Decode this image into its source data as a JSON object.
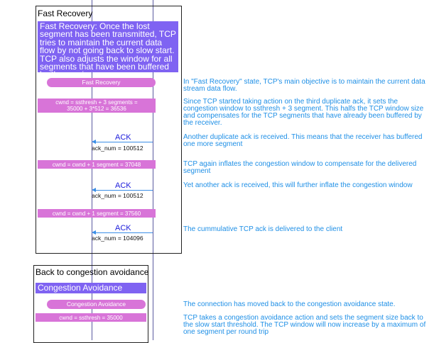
{
  "sections": {
    "fast_recovery": {
      "title": "Fast Recovery",
      "note": "Fast Recovery: Once the lost segment has been transmitted, TCP tries to maintain the current data flow by not going back to slow start. TCP also adjusts the window for all segments that have been buffered by the receiver.",
      "state_label": "Fast Recovery",
      "action_1": "cwnd = ssthresh + 3 segments =\n35000 + 3*512 = 36536",
      "ack_1": {
        "label": "ACK",
        "num": "ack_num = 100512"
      },
      "action_2": "cwnd = cwnd + 1 segment = 37048",
      "ack_2": {
        "label": "ACK",
        "num": "ack_num = 100512"
      },
      "action_3": "cwnd = cwnd + 1 segment = 37560",
      "ack_3": {
        "label": "ACK",
        "num": "ack_num = 104096"
      }
    },
    "congestion_avoidance": {
      "title": "Back to congestion avoidance",
      "note": "Congestion Avoidance",
      "state_label": "Congestion Avoidance",
      "action_1": "cwnd = ssthresh = 35000"
    }
  },
  "remarks": [
    "In \"Fast Recovery\" state, TCP's main objective is to maintain the current data stream data flow.",
    "Since TCP started taking action on the third duplicate ack, it sets the congestion window to ssthresh + 3 segment. This halfs the TCP window size and compensates for the TCP segments that have already been buffered by the receiver.",
    "Another duplicate ack is received. This means that the receiver has buffered one more segment",
    "TCP again inflates the congestion window to compensate for the delivered segment",
    "Yet another ack is received, this will further inflate the congestion window",
    "The cummulative TCP ack is delivered to the client",
    "The connection has moved back to the congestion avoidance state.",
    "TCP takes a congestion avoidance action and sets the segment size back to the slow start threshold. The TCP window will now increase by a maximum of one segment per round trip"
  ],
  "colors": {
    "state_note": "#7f63f2",
    "action": "#d874d8",
    "ack_label": "#1a1adb",
    "arrow": "#3b8ee6",
    "remark": "#1e8fe6"
  }
}
